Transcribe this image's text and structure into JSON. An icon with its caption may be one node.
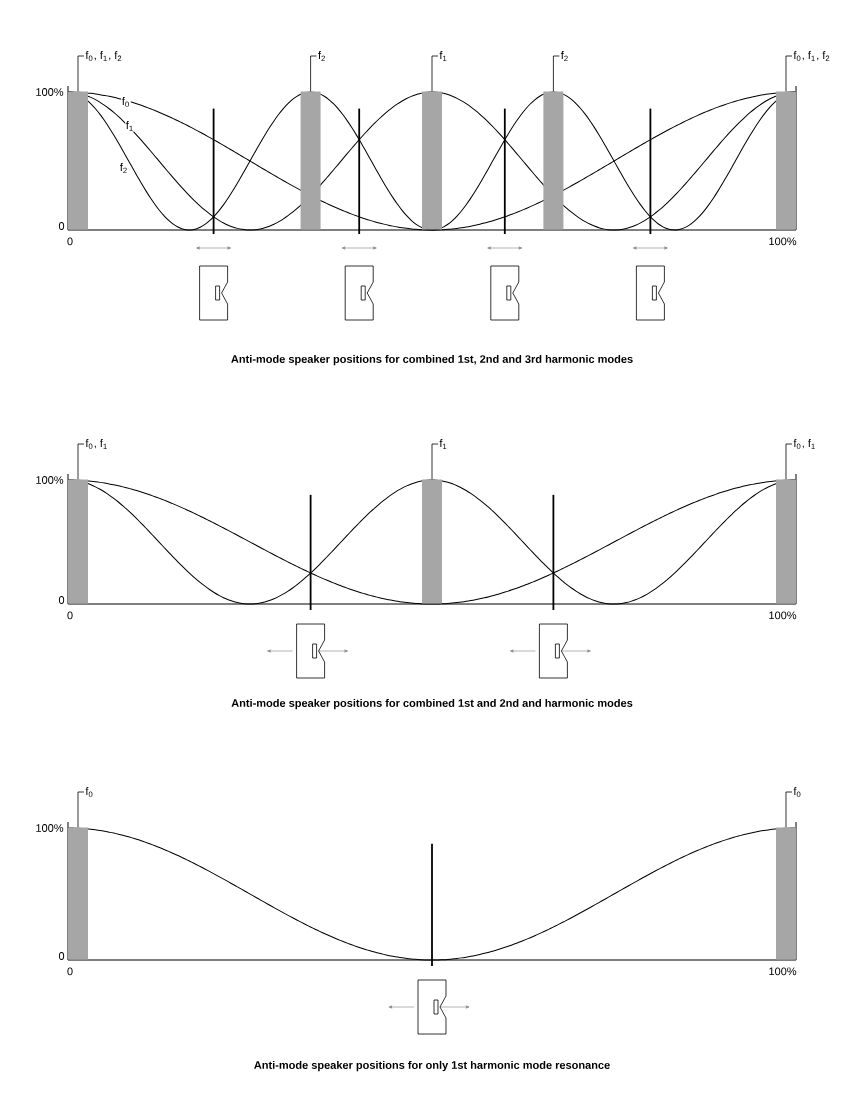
{
  "diagram": {
    "nodes": [
      {
        "text": [
          "f$_{0}$, f$_{1}$, f$_{2}$"
        ]
      },
      {
        "text": [
          "f$_{2}$"
        ]
      },
      {
        "text": [
          "f$_{1}$"
        ]
      },
      {
        "text": [
          "f$_{2}$"
        ]
      },
      {
        "text": [
          "f$_{0}$, f$_{1}$, f$_{2}$"
        ]
      },
      {
        "text": [],
        "shape": "bar"
      },
      {
        "text": [],
        "shape": "bar"
      },
      {
        "text": [],
        "shape": "bar"
      },
      {
        "text": [],
        "shape": "bar"
      },
      {
        "text": [],
        "shape": "bar"
      },
      {
        "text": [
          "f$_{0}$, f$_{1}$"
        ]
      },
      {
        "text": [
          "f$_{1}$"
        ]
      },
      {
        "text": [
          "f$_{0}$, f$_{1}$"
        ]
      },
      {
        "text": [],
        "shape": "bar"
      },
      {
        "text": [],
        "shape": "bar"
      },
      {
        "text": [],
        "shape": "bar"
      },
      {
        "text": [
          "f$_{0}$"
        ]
      },
      {
        "text": [
          "f$_{0}$"
        ]
      },
      {
        "text": [],
        "shape": "bar"
      },
      {
        "text": [],
        "shape": "bar"
      }
    ],
    "edges": [
      {
        "from": 0,
        "to": 5,
        "arrow": "none"
      },
      {
        "from": 1,
        "to": 6,
        "arrow": "none"
      },
      {
        "from": 2,
        "to": 7,
        "arrow": "none"
      },
      {
        "from": 3,
        "to": 8,
        "arrow": "none"
      },
      {
        "from": 4,
        "to": 9,
        "arrow": "none"
      },
      {
        "from": 10,
        "to": 13,
        "arrow": "none"
      },
      {
        "from": 11,
        "to": 14,
        "arrow": "none"
      },
      {
        "from": 12,
        "to": 15,
        "arrow": "none"
      },
      {
        "from": 16,
        "to": 18,
        "arrow": "none"
      },
      {
        "from": 17,
        "to": 19,
        "arrow": "none"
      }
    ],
    "labels": [
      "100%",
      "f$_{0}$",
      "f$_{1}$",
      "f$_{2}$",
      "0",
      "0",
      "100%",
      "Anti-mode speaker positions for combined 1st, 2nd and 3rd harmonic modes",
      "100%",
      "0",
      "0",
      "100%",
      "Anti-mode speaker positions for combined 1st and 2nd and harmonic modes",
      "100%",
      "0",
      "0",
      "100%",
      "Anti-mode speaker positions for only 1st harmonic mode resonance"
    ]
  }
}
